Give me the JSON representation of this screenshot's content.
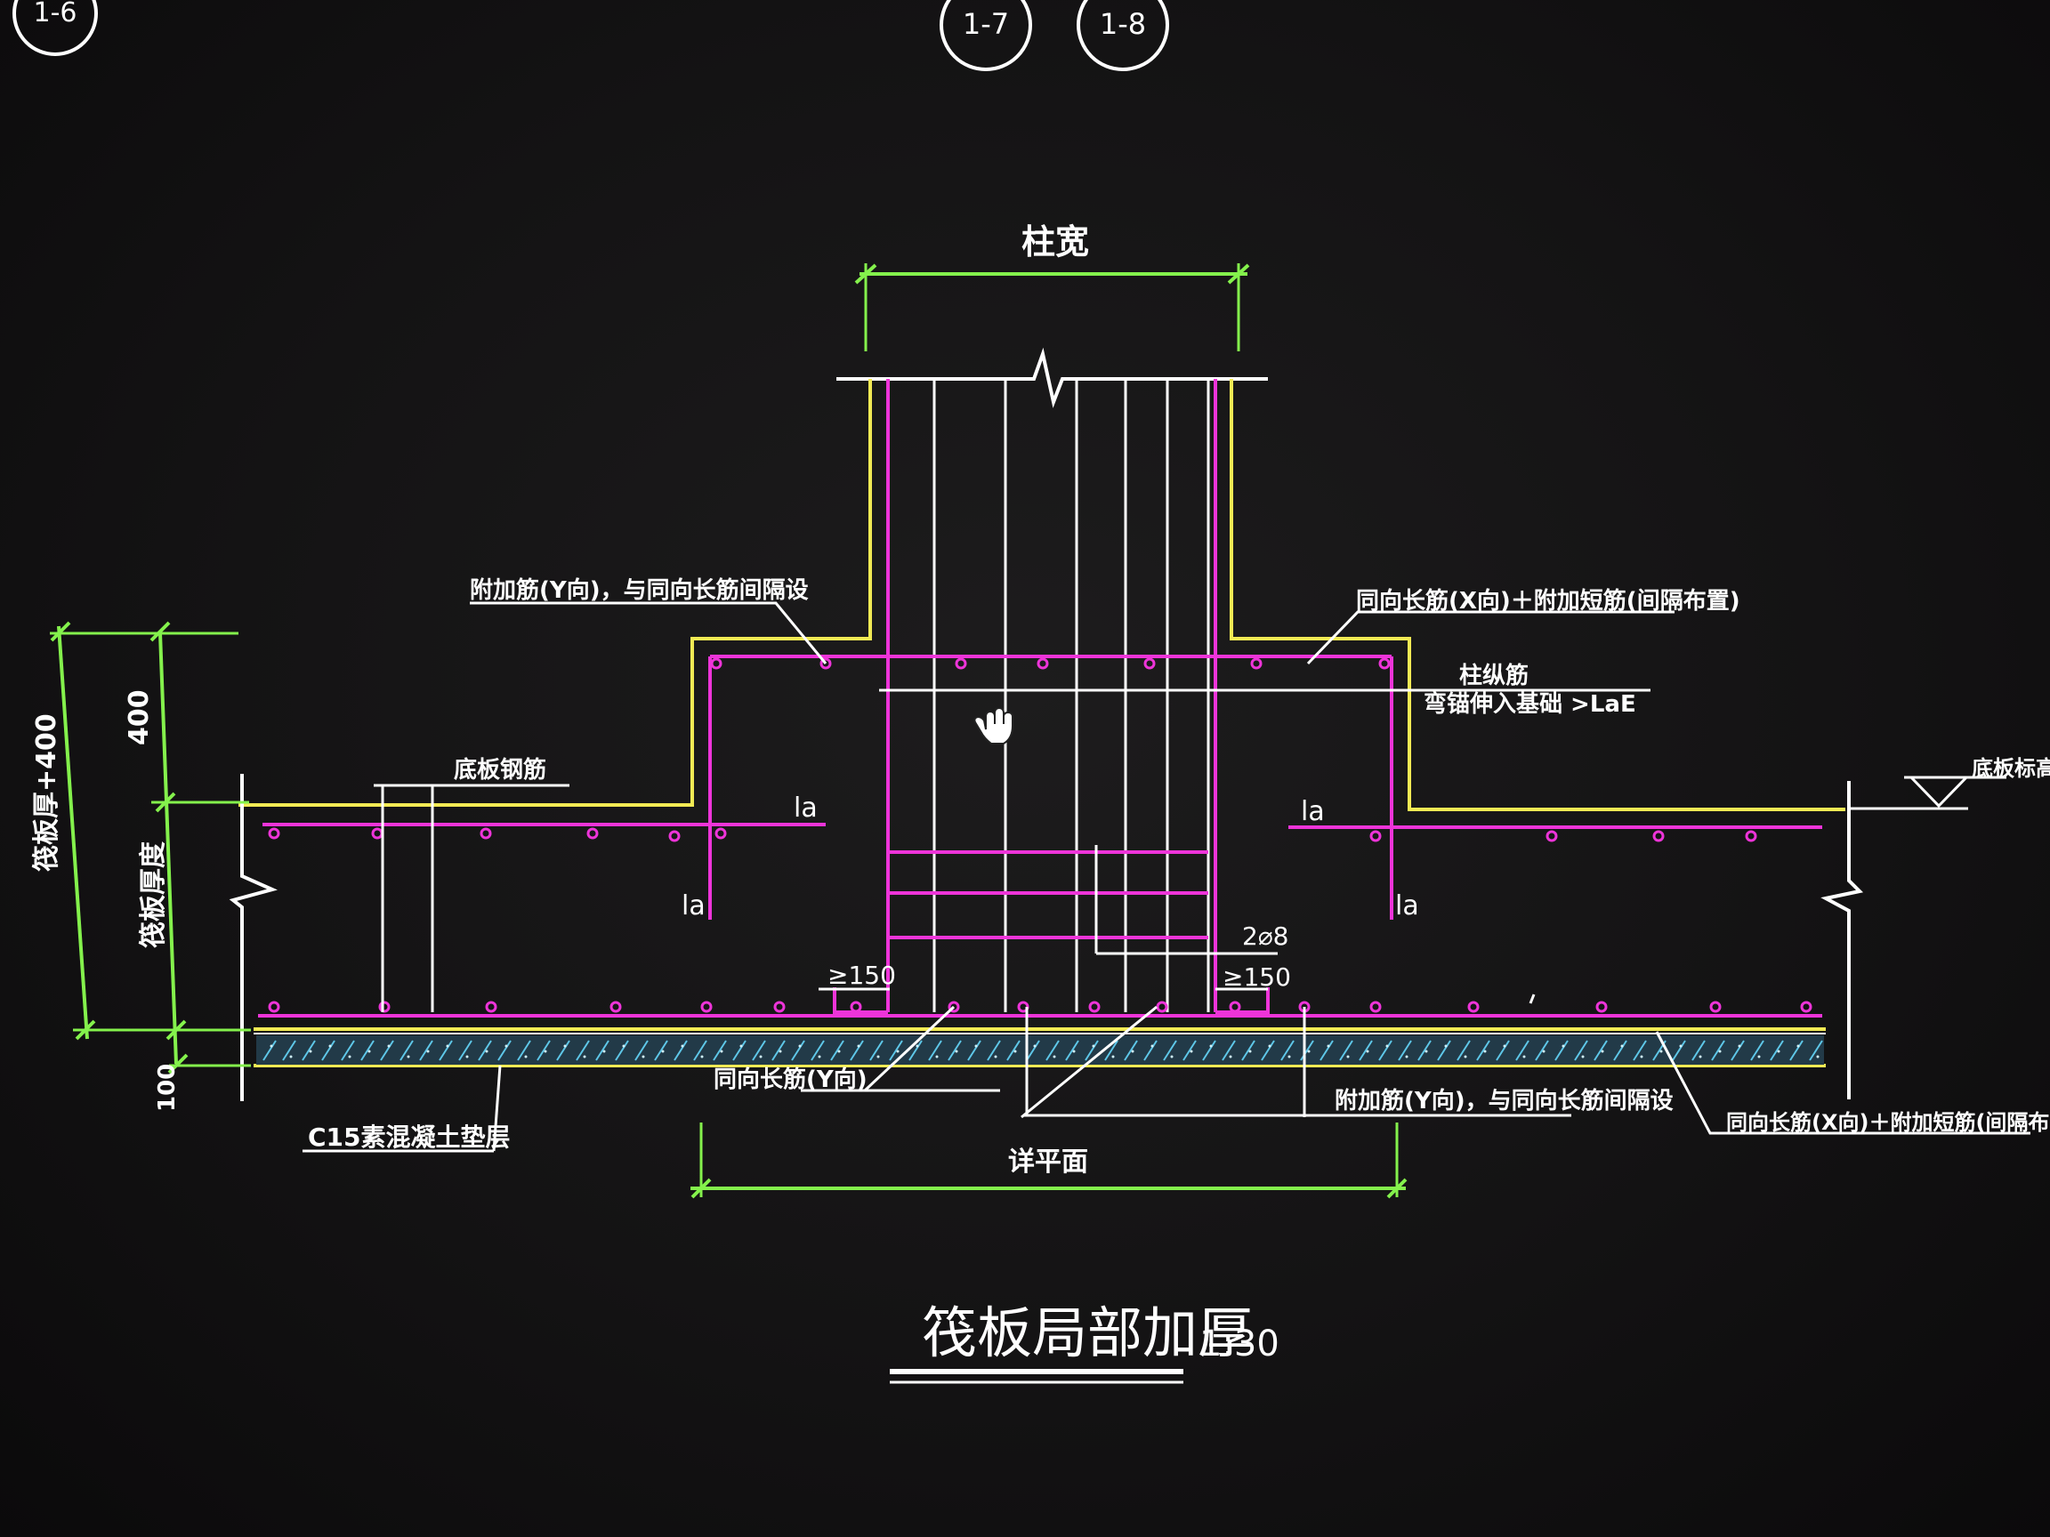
{
  "axis_markers": [
    "1-6",
    "1-7",
    "1-8"
  ],
  "labels": {
    "column_width": "柱宽",
    "top_note_left": "附加筋(Y向)，与同向长筋间隔设",
    "top_note_right": "同向长筋(X向)＋附加短筋(间隔布置)",
    "anchor_note_1": "柱纵筋",
    "anchor_note_2": "弯锚伸入基础 >LaE",
    "base_rebar_left": "底板钢筋",
    "elevation": "底板标高",
    "dim_total": "筏板厚+400",
    "dim_top": "400",
    "dim_raft": "筏板厚度",
    "dim_bottom": "100",
    "la_1": "la",
    "la_2": "la",
    "la_3": "la",
    "la_4": "la",
    "stirrup": "2⌀8",
    "ge150_left": "≥150",
    "ge150_right": "≥150",
    "bottom_note_1": "同向长筋(Y向)",
    "bottom_note_2": "附加筋(Y向)，与同向长筋间隔设",
    "bottom_note_3": "同向长筋(X向)＋附加短筋(间隔布置)",
    "concrete_note": "C15素混凝土垫层",
    "slab_width": "详平面",
    "title": "筏板局部加厚",
    "scale": "1:30"
  },
  "colors": {
    "background": "#141314",
    "yellow": "#f2ea54",
    "magenta": "#ee34d9",
    "green": "#84f14c",
    "white": "#ffffff",
    "concrete_hatch": "#5ec7e8"
  }
}
